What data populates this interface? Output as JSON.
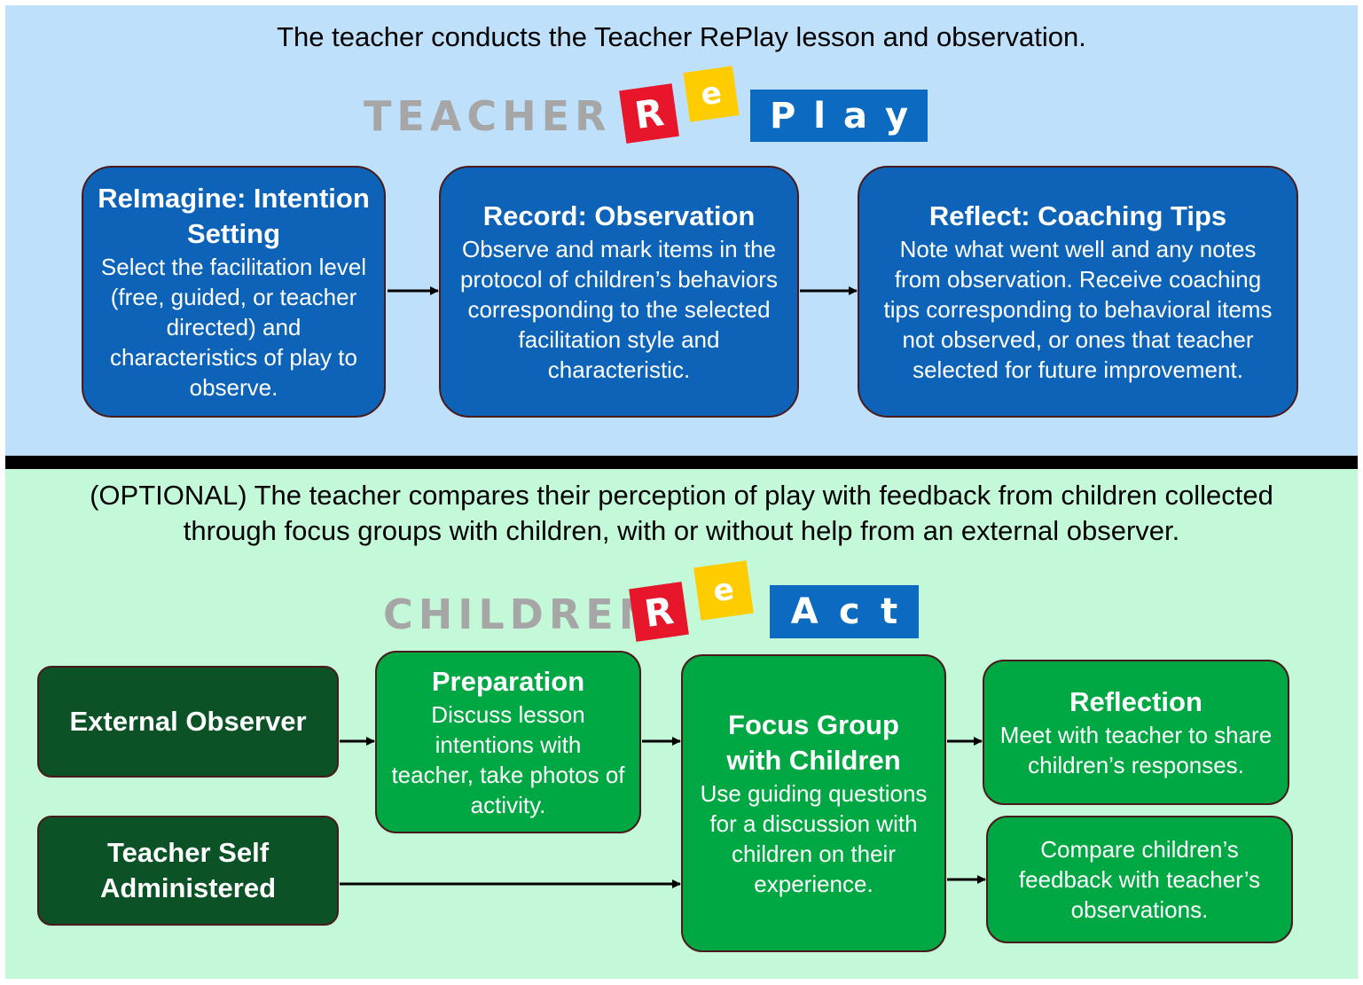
{
  "top": {
    "caption": "The teacher conducts the Teacher RePlay lesson and observation.",
    "logo": {
      "word": "TEACHER",
      "r": "R",
      "e": "e",
      "rest": [
        "P",
        "l",
        "a",
        "y"
      ]
    },
    "boxes": [
      {
        "title": "ReImagine: Intention Setting",
        "desc": "Select the facilitation level (free, guided, or teacher directed) and characteristics of play to observe."
      },
      {
        "title": "Record: Observation",
        "desc": "Observe and mark items in the protocol of children’s behaviors corresponding to the selected facilitation style and characteristic."
      },
      {
        "title": "Reflect: Coaching Tips",
        "desc": "Note what went well and any notes from observation. Receive coaching tips corresponding to behavioral items not observed, or ones that teacher selected for future improvement."
      }
    ]
  },
  "bottom": {
    "caption": "(OPTIONAL) The teacher compares their perception of play with feedback from children collected through focus groups with children, with or without help from an external observer.",
    "logo": {
      "word": "CHILDREN",
      "r": "R",
      "e": "e",
      "rest": [
        "A",
        "c",
        "t"
      ]
    },
    "external_observer": "External Observer",
    "self_administered": "Teacher Self Administered",
    "preparation": {
      "title": "Preparation",
      "desc": "Discuss lesson intentions with teacher, take photos of activity."
    },
    "focus_group": {
      "title": "Focus Group with Children",
      "desc": "Use guiding questions for a discussion with children on their experience."
    },
    "reflection": {
      "title": "Reflection",
      "desc": "Meet with teacher to share children’s responses."
    },
    "compare": {
      "desc": "Compare children’s feedback with teacher’s observations."
    }
  },
  "colors": {
    "top_background": "#bee0fb",
    "bottom_background": "#c3f9d8",
    "blue_box": "#0d63b8",
    "green_box": "#00a844",
    "dark_green_box": "#0b5227",
    "logo_red": "#e8162a",
    "logo_yellow": "#ffcc00",
    "logo_blue": "#0c6ac0"
  }
}
